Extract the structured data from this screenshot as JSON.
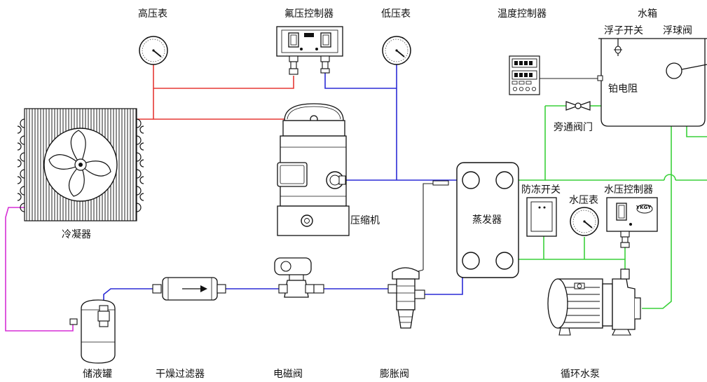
{
  "labels": {
    "high_pressure_gauge": "高压表",
    "freon_pressure_controller": "氟压控制器",
    "low_pressure_gauge": "低压表",
    "temperature_controller": "温度控制器",
    "water_tank": "水箱",
    "float_switch": "浮子开关",
    "float_valve": "浮球阀",
    "platinum_resistor": "铂电阻",
    "bypass_valve": "旁通阀门",
    "condenser": "冷凝器",
    "compressor": "压缩机",
    "evaporator": "蒸发器",
    "antifreeze_switch": "防冻开关",
    "water_pressure_gauge": "水压表",
    "water_pressure_controller": "水压控制器",
    "receiver": "储液罐",
    "filter_drier": "干燥过滤器",
    "solenoid_valve": "电磁阀",
    "expansion_valve": "膨胀阀",
    "circulating_pump": "循环水泵"
  },
  "controller_badge": "YKGY",
  "line_colors": {
    "high_pressure": "#e53935",
    "low_pressure": "#2b2bd6",
    "water": "#3ad13a",
    "liquid_line": "#d62fd6",
    "equipment": "#111111"
  }
}
